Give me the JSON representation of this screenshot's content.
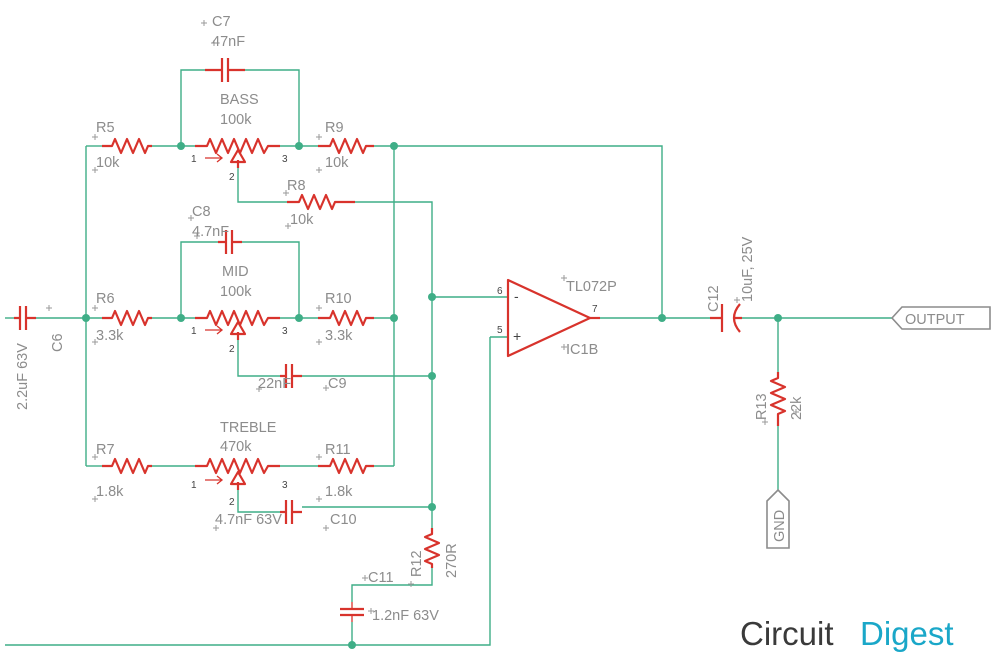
{
  "components": {
    "c7": {
      "ref": "C7",
      "value": "47nF"
    },
    "bass": {
      "ref": "BASS",
      "value": "100k"
    },
    "r5": {
      "ref": "R5",
      "value": "10k"
    },
    "r9": {
      "ref": "R9",
      "value": "10k"
    },
    "r8": {
      "ref": "R8",
      "value": "10k"
    },
    "c8": {
      "ref": "C8",
      "value": "4.7nF"
    },
    "mid": {
      "ref": "MID",
      "value": "100k"
    },
    "r6": {
      "ref": "R6",
      "value": "3.3k"
    },
    "r10": {
      "ref": "R10",
      "value": "3.3k"
    },
    "c9": {
      "ref": "C9",
      "value": "22nF"
    },
    "treble": {
      "ref": "TREBLE",
      "value": "470k"
    },
    "r7": {
      "ref": "R7",
      "value": "1.8k"
    },
    "r11": {
      "ref": "R11",
      "value": "1.8k"
    },
    "c10": {
      "ref": "C10",
      "value": "4.7nF 63V"
    },
    "r12": {
      "ref": "R12",
      "value": "270R"
    },
    "c11": {
      "ref": "C11",
      "value": "1.2nF 63V"
    },
    "c6": {
      "ref": "C6",
      "value": "2.2uF 63V"
    },
    "ic": {
      "ref": "IC1B",
      "value": "TL072P"
    },
    "c12": {
      "ref": "C12",
      "value": "10uF, 25V"
    },
    "r13": {
      "ref": "R13",
      "value": "22k"
    }
  },
  "pins": {
    "p1": "1",
    "p2": "2",
    "p3": "3",
    "op_inv": "6",
    "op_noninv": "5",
    "op_out": "7",
    "minus": "-",
    "plus": "+"
  },
  "ports": {
    "output": "OUTPUT",
    "gnd": "GND"
  },
  "logo": {
    "part1": "Circuit",
    "part2": "Digest"
  },
  "colors": {
    "wire": "#3fae87",
    "part": "#d8332c",
    "label": "#8c8c8c",
    "logo_teal": "#1aa7c8"
  }
}
